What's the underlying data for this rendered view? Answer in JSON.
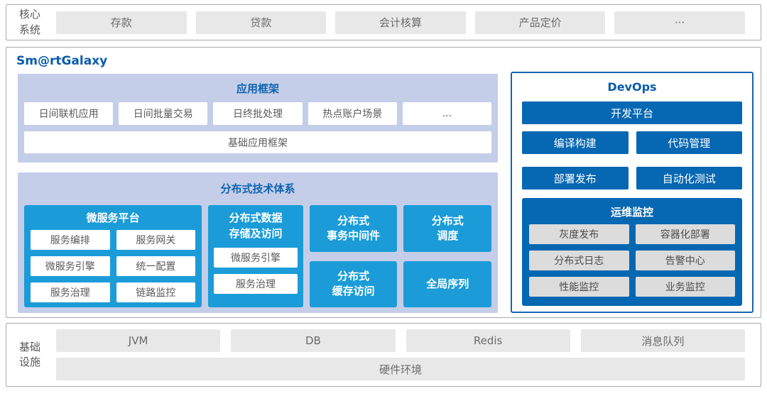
{
  "top": {
    "label": "核心系统",
    "items": [
      "存款",
      "贷款",
      "会计核算",
      "产品定价",
      "···"
    ]
  },
  "main": {
    "title": "Sm@rtGalaxy",
    "app_framework": {
      "title": "应用框架",
      "items": [
        "日间联机应用",
        "日间批量交易",
        "日终批处理",
        "热点账户场景",
        "..."
      ],
      "base": "基础应用框架"
    },
    "distributed": {
      "title": "分布式技术体系",
      "microservice": {
        "title": "微服务平台",
        "items": [
          "服务编排",
          "服务网关",
          "微服务引擎",
          "统一配置",
          "服务治理",
          "链路监控"
        ]
      },
      "storage": {
        "title_lines": [
          "分布式数据",
          "存储及访问"
        ],
        "items": [
          "微服务引擎",
          "服务治理"
        ]
      },
      "blocks": [
        {
          "lines": [
            "分布式",
            "事务中间件"
          ]
        },
        {
          "lines": [
            "分布式",
            "调度"
          ]
        },
        {
          "lines": [
            "分布式",
            "缓存访问"
          ]
        },
        {
          "lines": [
            "全局序列"
          ]
        }
      ]
    },
    "devops": {
      "title": "DevOps",
      "platform": "开发平台",
      "tools": [
        "编译构建",
        "代码管理",
        "部署发布",
        "自动化测试"
      ],
      "monitor": {
        "title": "运维监控",
        "items": [
          "灰度发布",
          "容器化部署",
          "分布式日志",
          "告警中心",
          "性能监控",
          "业务监控"
        ]
      }
    }
  },
  "bottom": {
    "label": "基础设施",
    "items": [
      "JVM",
      "DB",
      "Redis",
      "消息队列"
    ],
    "base": "硬件环境"
  },
  "colors": {
    "brand_blue": "#0a5cad",
    "title_blue": "#0e63b0",
    "cyan": "#1b9cd8",
    "dark_blue": "#0667b2",
    "lavender_panel": "#c5cee8",
    "gray_box": "#e8e8e8",
    "devops_border": "#1565b6"
  }
}
